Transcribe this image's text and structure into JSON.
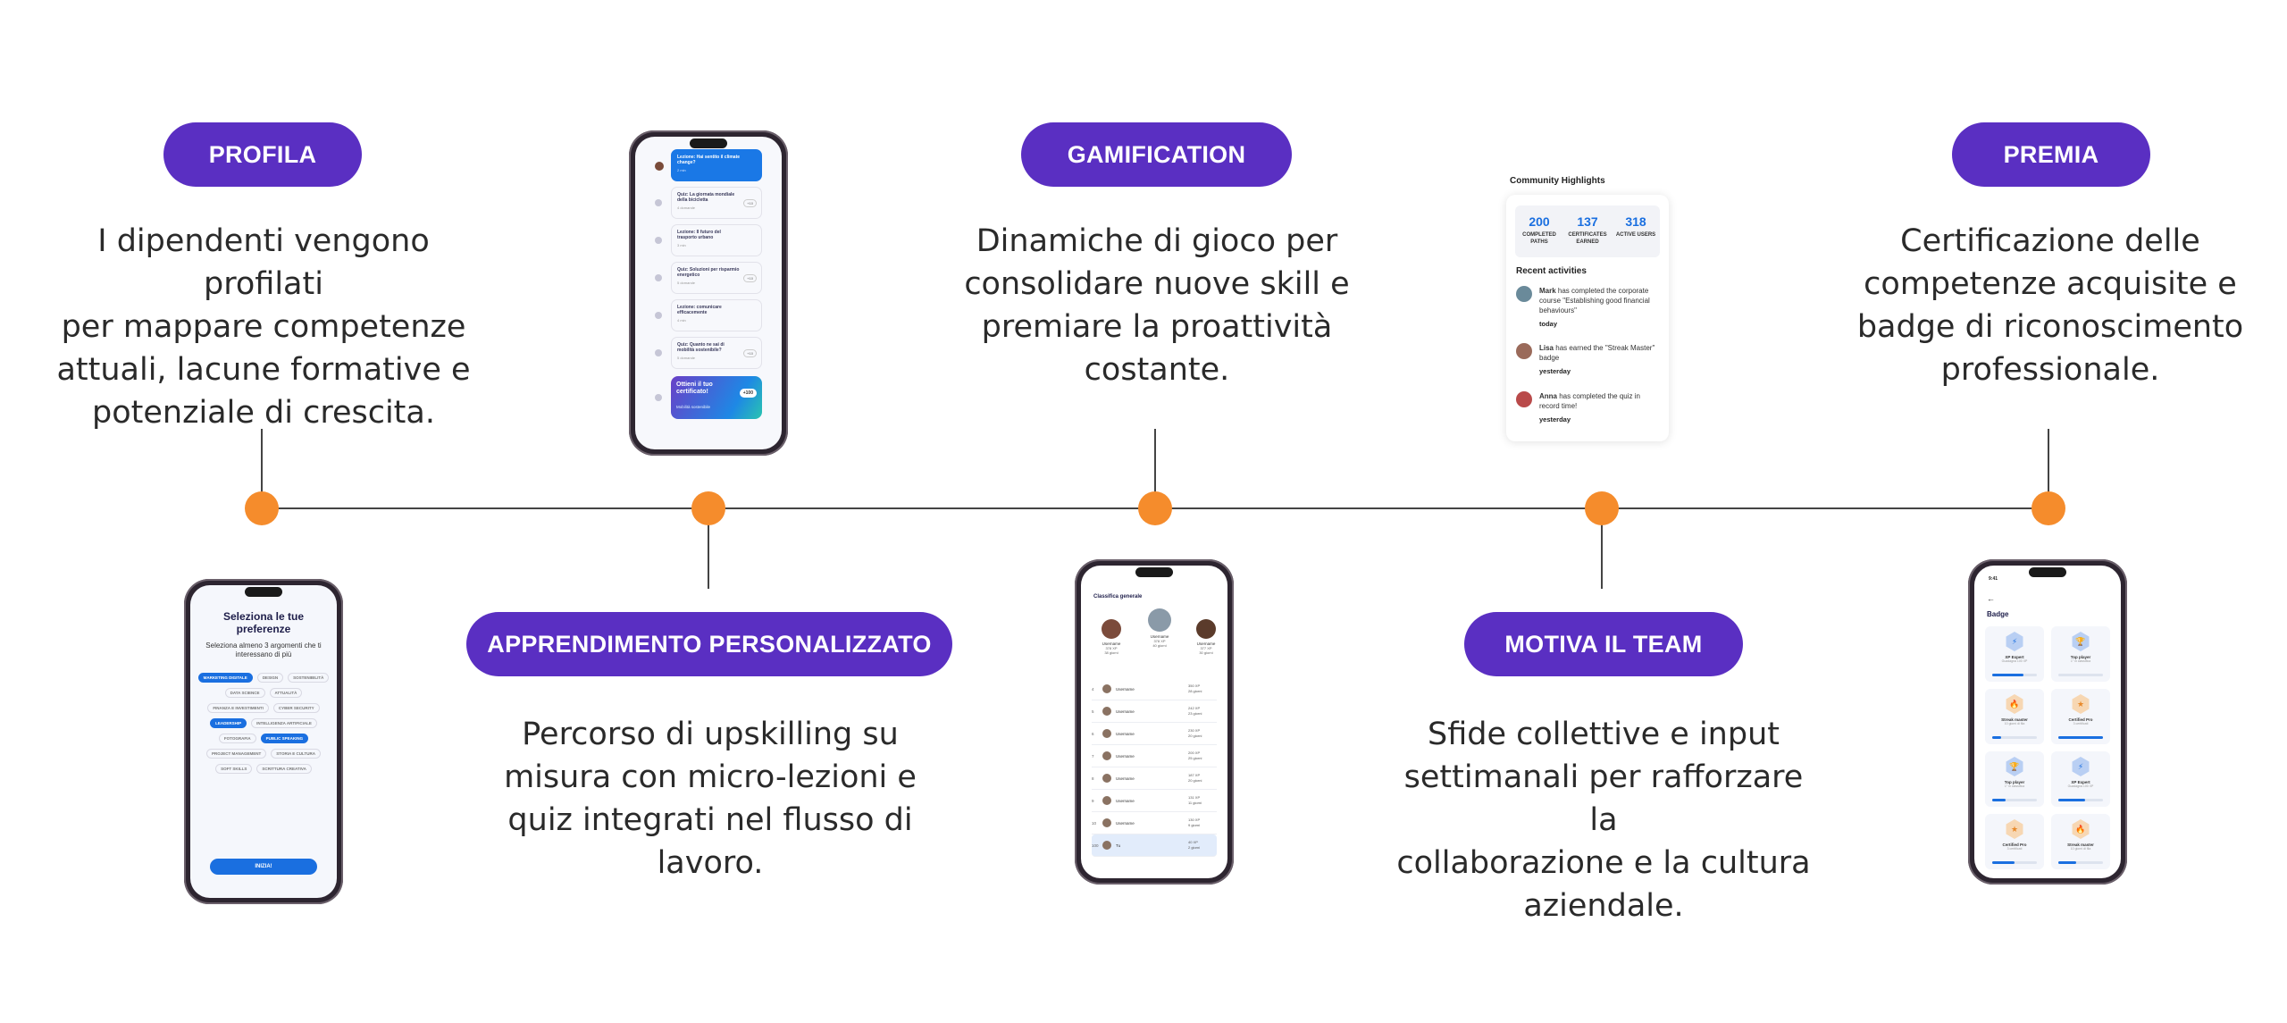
{
  "steps": [
    {
      "label": "PROFILA",
      "text": "I dipendenti vengono profilati per mappare competenze attuali, lacune formative e potenziale di crescita."
    },
    {
      "label": "APPRENDIMENTO PERSONALIZZATO",
      "text": "Percorso di upskilling su misura con micro-lezioni e quiz integrati nel flusso di lavoro."
    },
    {
      "label": "GAMIFICATION",
      "text": "Dinamiche di gioco per consolidare nuove skill e premiare la proattività costante."
    },
    {
      "label": "MOTIVA IL TEAM",
      "text": "Sfide collettive e input settimanali per rafforzare la collaborazione e la cultura aziendale."
    },
    {
      "label": "PREMIA",
      "text": "Certificazione delle competenze acquisite e badge di riconoscimento professionale."
    }
  ],
  "text_lines": {
    "profila": [
      "I dipendenti vengono profilati",
      "per mappare competenze",
      "attuali, lacune formative e",
      "potenziale di crescita."
    ],
    "apprendimento": [
      "Percorso di upskilling su",
      "misura con micro-lezioni e",
      "quiz integrati nel flusso di",
      "lavoro."
    ],
    "gamification": [
      "Dinamiche di gioco per",
      "consolidare nuove skill e",
      "premiare la proattività",
      "costante."
    ],
    "motiva": [
      "Sfide collettive e input",
      "settimanali per rafforzare la",
      "collaborazione e la cultura",
      "aziendale."
    ],
    "premia": [
      "Certificazione delle",
      "competenze acquisite e",
      "badge di riconoscimento",
      "professionale."
    ]
  },
  "colors": {
    "pill": "#5a2fc2",
    "dot": "#f58c2c",
    "line": "#444444",
    "accent": "#1a6fe0"
  },
  "preferences": {
    "title": "Seleziona le tue preferenze",
    "subtitle": "Seleziona almeno 3 argomenti che ti interessano di più",
    "chips": [
      {
        "label": "MARKETING DIGITALE",
        "selected": true
      },
      {
        "label": "DESIGN",
        "selected": false
      },
      {
        "label": "SOSTENIBILITÀ",
        "selected": false
      },
      {
        "label": "DATA SCIENCE",
        "selected": false
      },
      {
        "label": "ATTUALITÀ",
        "selected": false
      },
      {
        "label": "FINANZA E INVESTIMENTI",
        "selected": false
      },
      {
        "label": "CYBER SECURITY",
        "selected": false
      },
      {
        "label": "LEADERSHIP",
        "selected": true
      },
      {
        "label": "INTELLIGENZA ARTIFICIALE",
        "selected": false
      },
      {
        "label": "FOTOGRAFIA",
        "selected": false
      },
      {
        "label": "PUBLIC SPEAKING",
        "selected": true
      },
      {
        "label": "PROJECT MANAGEMENT",
        "selected": false
      },
      {
        "label": "STORIA E CULTURA",
        "selected": false
      },
      {
        "label": "SOFT SKILLS",
        "selected": false
      },
      {
        "label": "SCRITTURA CREATIVA",
        "selected": false
      }
    ],
    "button": "INIZIA!"
  },
  "lessons": {
    "items": [
      {
        "title": "Lezione: Hai sentito il climate change?",
        "sub": "2 min",
        "tag": "",
        "active": true
      },
      {
        "title": "Quiz: La giornata mondiale della bicicletta",
        "sub": "4 domande",
        "tag": "+10",
        "active": false
      },
      {
        "title": "Lezione: Il futuro del trasporto urbano",
        "sub": "3 min",
        "tag": "",
        "active": false
      },
      {
        "title": "Quiz: Soluzioni per risparmio energetico",
        "sub": "5 domande",
        "tag": "+10",
        "active": false
      },
      {
        "title": "Lezione: comunicare efficacemente",
        "sub": "4 min",
        "tag": "",
        "active": false
      },
      {
        "title": "Quiz: Quanto ne sai di mobilità sostenibile?",
        "sub": "5 domande",
        "tag": "+10",
        "active": false
      }
    ],
    "cert_title": "Ottieni il tuo certificato!",
    "cert_sub": "Mobilità sostenibile",
    "cert_xp": "+100"
  },
  "leaderboard": {
    "title": "Classifica generale",
    "podium": [
      {
        "name": "Username",
        "xp": "378 XP",
        "days": "38 giorni"
      },
      {
        "name": "Username",
        "xp": "378 XP",
        "days": "40 giorni"
      },
      {
        "name": "Username",
        "xp": "377 XP",
        "days": "30 giorni"
      }
    ],
    "rows": [
      {
        "rank": "4",
        "name": "Username",
        "xp": "350 XP",
        "days": "28 giorni"
      },
      {
        "rank": "5",
        "name": "Username",
        "xp": "242 XP",
        "days": "23 giorni"
      },
      {
        "rank": "6",
        "name": "Username",
        "xp": "230 XP",
        "days": "20 giorni"
      },
      {
        "rank": "7",
        "name": "Username",
        "xp": "200 XP",
        "days": "25 giorni"
      },
      {
        "rank": "8",
        "name": "Username",
        "xp": "187 XP",
        "days": "20 giorni"
      },
      {
        "rank": "9",
        "name": "Username",
        "xp": "131 XP",
        "days": "11 giorni"
      },
      {
        "rank": "10",
        "name": "Username",
        "xp": "130 XP",
        "days": "9 giorni"
      },
      {
        "rank": "100",
        "name": "Tu",
        "xp": "40 XP",
        "days": "2 giorni"
      }
    ]
  },
  "community": {
    "title": "Community Highlights",
    "stats": [
      {
        "value": "200",
        "label": "COMPLETED PATHS"
      },
      {
        "value": "137",
        "label": "CERTIFICATES EARNED"
      },
      {
        "value": "318",
        "label": "ACTIVE USERS"
      }
    ],
    "recent_title": "Recent activities",
    "activities": [
      {
        "user": "Mark",
        "text": " has completed the corporate course \"Establishing good financial behaviours\"",
        "time": "today",
        "color": "#6a8a9a"
      },
      {
        "user": "Lisa",
        "text": " has earned the \"Streak Master\" badge",
        "time": "yesterday",
        "color": "#9a6a5a"
      },
      {
        "user": "Anna",
        "text": " has completed the quiz in record time!",
        "time": "yesterday",
        "color": "#b94a4a"
      }
    ]
  },
  "badges": {
    "time": "9:41",
    "back": "←",
    "title": "Badge",
    "items": [
      {
        "name": "XP Expert",
        "sub": "Guadagna 100 XP",
        "icon": "⚡",
        "tone": "blue",
        "progress": 0.7
      },
      {
        "name": "Top player",
        "sub": "1° in classifica",
        "icon": "🏆",
        "tone": "blue",
        "progress": 0
      },
      {
        "name": "Streak master",
        "sub": "10 giorni di fila",
        "icon": "🔥",
        "tone": "orange",
        "progress": 0.2
      },
      {
        "name": "Certified Pro",
        "sub": "3 certificati",
        "icon": "★",
        "tone": "orange",
        "progress": 1.0
      },
      {
        "name": "Top player",
        "sub": "1° in classifica",
        "icon": "🏆",
        "tone": "blue",
        "progress": 0.3
      },
      {
        "name": "XP Expert",
        "sub": "Guadagna 100 XP",
        "icon": "⚡",
        "tone": "blue",
        "progress": 0.6
      },
      {
        "name": "Certified Pro",
        "sub": "3 certificati",
        "icon": "★",
        "tone": "orange",
        "progress": 0.5
      },
      {
        "name": "Streak master",
        "sub": "10 giorni di fila",
        "icon": "🔥",
        "tone": "orange",
        "progress": 0.4
      }
    ]
  }
}
